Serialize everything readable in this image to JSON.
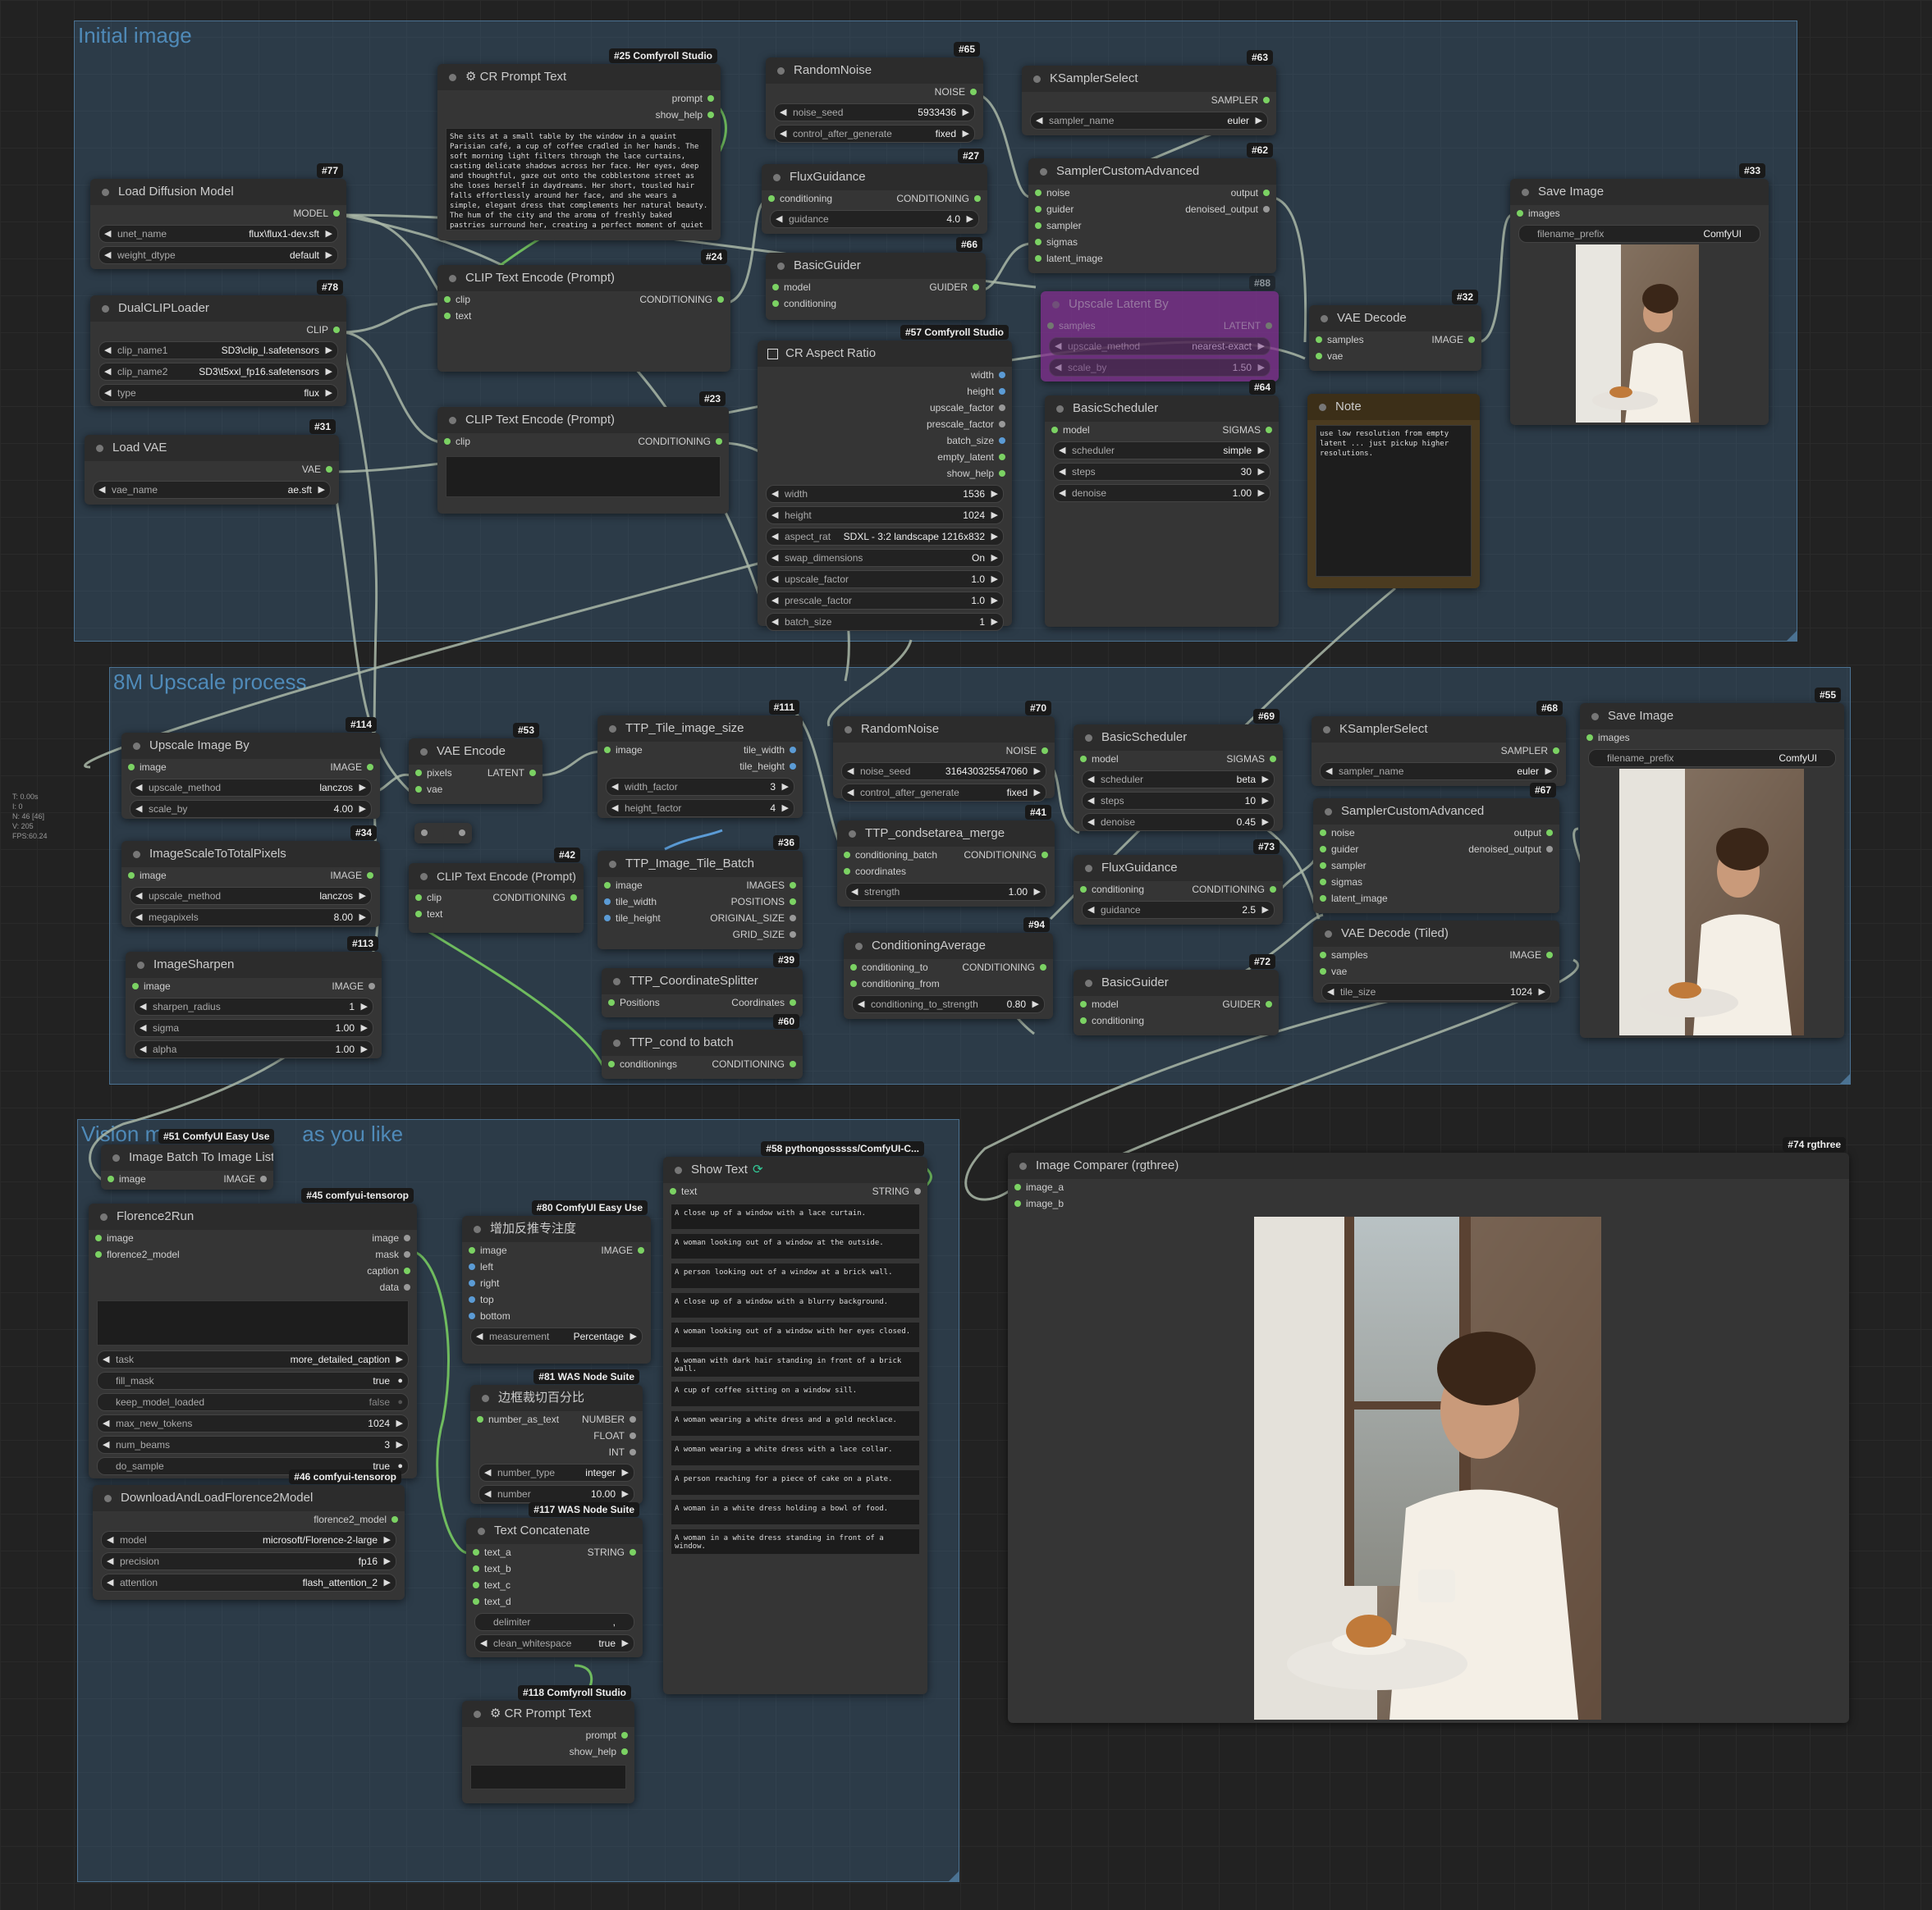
{
  "groups": {
    "initial": "Initial image",
    "upscale": "8M Upscale process",
    "vision": "Vision m"
  },
  "vision_tail": "as you like",
  "stats": [
    "T: 0.00s",
    "I: 0",
    "N: 46 [46]",
    "V: 205",
    "FPS:60.24"
  ],
  "n25": {
    "id": "#25 Comfyroll Studio",
    "title": "⚙ CR Prompt Text",
    "o1": "prompt",
    "o2": "show_help",
    "text": "She sits at a small table by the window in a quaint Parisian café, a cup of coffee cradled in her hands. The soft morning light filters through the lace curtains, casting delicate shadows across her face. Her eyes, deep and thoughtful, gaze out onto the cobblestone street as she loses herself in daydreams. Her short, tousled hair falls effortlessly around her face, and she wears a simple, elegant dress that complements her natural beauty. The hum of the city and the aroma of freshly baked pastries surround her, creating a perfect moment of quiet contemplation."
  },
  "n77": {
    "id": "#77",
    "title": "Load Diffusion Model",
    "o1": "MODEL",
    "w1l": "unet_name",
    "w1v": "flux\\flux1-dev.sft",
    "w2l": "weight_dtype",
    "w2v": "default"
  },
  "n78": {
    "id": "#78",
    "title": "DualCLIPLoader",
    "o1": "CLIP",
    "w1l": "clip_name1",
    "w1v": "SD3\\clip_l.safetensors",
    "w2l": "clip_name2",
    "w2v": "SD3\\t5xxl_fp16.safetensors",
    "w3l": "type",
    "w3v": "flux"
  },
  "n31": {
    "id": "#31",
    "title": "Load VAE",
    "o1": "VAE",
    "w1l": "vae_name",
    "w1v": "ae.sft"
  },
  "n24": {
    "id": "#24",
    "title": "CLIP Text Encode (Prompt)",
    "i1": "clip",
    "i2": "text",
    "o1": "CONDITIONING"
  },
  "n23": {
    "id": "#23",
    "title": "CLIP Text Encode (Prompt)",
    "i1": "clip",
    "o1": "CONDITIONING"
  },
  "n65": {
    "id": "#65",
    "title": "RandomNoise",
    "o1": "NOISE",
    "w1l": "noise_seed",
    "w1v": "5933436",
    "w2l": "control_after_generate",
    "w2v": "fixed"
  },
  "n27": {
    "id": "#27",
    "title": "FluxGuidance",
    "i1": "conditioning",
    "o1": "CONDITIONING",
    "w1l": "guidance",
    "w1v": "4.0"
  },
  "n66": {
    "id": "#66",
    "title": "BasicGuider",
    "i1": "model",
    "i2": "conditioning",
    "o1": "GUIDER"
  },
  "n57": {
    "id": "#57 Comfyroll Studio",
    "title": "CR Aspect Ratio",
    "outs": [
      "width",
      "height",
      "upscale_factor",
      "prescale_factor",
      "batch_size",
      "empty_latent",
      "show_help"
    ],
    "w": [
      [
        "width",
        "1536"
      ],
      [
        "height",
        "1024"
      ],
      [
        "aspect_rat",
        "SDXL - 3:2 landscape 1216x832"
      ],
      [
        "swap_dimensions",
        "On"
      ],
      [
        "upscale_factor",
        "1.0"
      ],
      [
        "prescale_factor",
        "1.0"
      ],
      [
        "batch_size",
        "1"
      ]
    ]
  },
  "n63": {
    "id": "#63",
    "title": "KSamplerSelect",
    "o1": "SAMPLER",
    "w1l": "sampler_name",
    "w1v": "euler"
  },
  "n62": {
    "id": "#62",
    "title": "SamplerCustomAdvanced",
    "ins": [
      "noise",
      "guider",
      "sampler",
      "sigmas",
      "latent_image"
    ],
    "o1": "output",
    "o2": "denoised_output"
  },
  "n88": {
    "id": "#88",
    "title": "Upscale Latent By",
    "i1": "samples",
    "o1": "LATENT",
    "w1l": "upscale_method",
    "w1v": "nearest-exact",
    "w2l": "scale_by",
    "w2v": "1.50"
  },
  "n64": {
    "id": "#64",
    "title": "BasicScheduler",
    "i1": "model",
    "o1": "SIGMAS",
    "w": [
      [
        "scheduler",
        "simple"
      ],
      [
        "steps",
        "30"
      ],
      [
        "denoise",
        "1.00"
      ]
    ]
  },
  "n32": {
    "id": "#32",
    "title": "VAE Decode",
    "i1": "samples",
    "i2": "vae",
    "o1": "IMAGE"
  },
  "note": {
    "title": "Note",
    "text": "use low resolution from empty latent ... just pickup higher resolutions."
  },
  "n33": {
    "id": "#33",
    "title": "Save Image",
    "i1": "images",
    "w1l": "filename_prefix",
    "w1v": "ComfyUI"
  },
  "n114": {
    "id": "#114",
    "title": "Upscale Image By",
    "i1": "image",
    "o1": "IMAGE",
    "w": [
      [
        "upscale_method",
        "lanczos"
      ],
      [
        "scale_by",
        "4.00"
      ]
    ]
  },
  "n34": {
    "id": "#34",
    "title": "ImageScaleToTotalPixels",
    "i1": "image",
    "o1": "IMAGE",
    "w": [
      [
        "upscale_method",
        "lanczos"
      ],
      [
        "megapixels",
        "8.00"
      ]
    ]
  },
  "n113": {
    "id": "#113",
    "title": "ImageSharpen",
    "i1": "image",
    "o1": "IMAGE",
    "w": [
      [
        "sharpen_radius",
        "1"
      ],
      [
        "sigma",
        "1.00"
      ],
      [
        "alpha",
        "1.00"
      ]
    ]
  },
  "n53": {
    "id": "#53",
    "title": "VAE Encode",
    "i1": "pixels",
    "i2": "vae",
    "o1": "LATENT"
  },
  "n42": {
    "id": "#42",
    "title": "CLIP Text Encode (Prompt)",
    "i1": "clip",
    "i2": "text",
    "o1": "CONDITIONING"
  },
  "n111": {
    "id": "#111",
    "title": "TTP_Tile_image_size",
    "i1": "image",
    "o1": "tile_width",
    "o2": "tile_height",
    "w": [
      [
        "width_factor",
        "3"
      ],
      [
        "height_factor",
        "4"
      ]
    ]
  },
  "n36": {
    "id": "#36",
    "title": "TTP_Image_Tile_Batch",
    "ins": [
      "image",
      "tile_width",
      "tile_height"
    ],
    "outs": [
      "IMAGES",
      "POSITIONS",
      "ORIGINAL_SIZE",
      "GRID_SIZE"
    ]
  },
  "n39": {
    "id": "#39",
    "title": "TTP_CoordinateSplitter",
    "i1": "Positions",
    "o1": "Coordinates"
  },
  "n60": {
    "id": "#60",
    "title": "TTP_cond to batch",
    "i1": "conditionings",
    "o1": "CONDITIONING"
  },
  "n70": {
    "id": "#70",
    "title": "RandomNoise",
    "o1": "NOISE",
    "w1l": "noise_seed",
    "w1v": "316430325547060",
    "w2l": "control_after_generate",
    "w2v": "fixed"
  },
  "n41": {
    "id": "#41",
    "title": "TTP_condsetarea_merge",
    "i1": "conditioning_batch",
    "i2": "coordinates",
    "o1": "CONDITIONING",
    "w1l": "strength",
    "w1v": "1.00"
  },
  "n94": {
    "id": "#94",
    "title": "ConditioningAverage",
    "i1": "conditioning_to",
    "i2": "conditioning_from",
    "o1": "CONDITIONING",
    "w1l": "conditioning_to_strength",
    "w1v": "0.80"
  },
  "n69": {
    "id": "#69",
    "title": "BasicScheduler",
    "i1": "model",
    "o1": "SIGMAS",
    "w": [
      [
        "scheduler",
        "beta"
      ],
      [
        "steps",
        "10"
      ],
      [
        "denoise",
        "0.45"
      ]
    ]
  },
  "n73": {
    "id": "#73",
    "title": "FluxGuidance",
    "i1": "conditioning",
    "o1": "CONDITIONING",
    "w1l": "guidance",
    "w1v": "2.5"
  },
  "n72": {
    "id": "#72",
    "title": "BasicGuider",
    "i1": "model",
    "i2": "conditioning",
    "o1": "GUIDER"
  },
  "n68": {
    "id": "#68",
    "title": "KSamplerSelect",
    "o1": "SAMPLER",
    "w1l": "sampler_name",
    "w1v": "euler"
  },
  "n67": {
    "id": "#67",
    "title": "SamplerCustomAdvanced",
    "ins": [
      "noise",
      "guider",
      "sampler",
      "sigmas",
      "latent_image"
    ],
    "o1": "output",
    "o2": "denoised_output"
  },
  "n_vdt": {
    "title": "VAE Decode (Tiled)",
    "i1": "samples",
    "i2": "vae",
    "o1": "IMAGE",
    "w1l": "tile_size",
    "w1v": "1024"
  },
  "n55": {
    "id": "#55",
    "title": "Save Image",
    "i1": "images",
    "w1l": "filename_prefix",
    "w1v": "ComfyUI"
  },
  "n51": {
    "id": "#51 ComfyUI Easy Use",
    "title": "Image Batch To Image List",
    "i1": "image",
    "o1": "IMAGE"
  },
  "n45": {
    "id": "#45 comfyui-tensorop",
    "title": "Florence2Run",
    "ins": [
      "image",
      "florence2_model"
    ],
    "outs": [
      "image",
      "mask",
      "caption",
      "data"
    ],
    "w": [
      [
        "task",
        "more_detailed_caption"
      ],
      [
        "fill_mask",
        "true"
      ],
      [
        "keep_model_loaded",
        "false"
      ],
      [
        "max_new_tokens",
        "1024"
      ],
      [
        "num_beams",
        "3"
      ],
      [
        "do_sample",
        "true"
      ]
    ]
  },
  "n46": {
    "id": "#46 comfyui-tensorop",
    "title": "DownloadAndLoadFlorence2Model",
    "o1": "florence2_model",
    "w": [
      [
        "model",
        "microsoft/Florence-2-large"
      ],
      [
        "precision",
        "fp16"
      ],
      [
        "attention",
        "flash_attention_2"
      ]
    ]
  },
  "n80": {
    "id": "#80 ComfyUI Easy Use",
    "title": "增加反推专注度",
    "ins": [
      "image",
      "left",
      "right",
      "top",
      "bottom"
    ],
    "o1": "IMAGE",
    "w1l": "measurement",
    "w1v": "Percentage"
  },
  "n81": {
    "id": "#81 WAS Node Suite",
    "title": "边框裁切百分比",
    "i1": "number_as_text",
    "outs": [
      "NUMBER",
      "FLOAT",
      "INT"
    ],
    "w": [
      [
        "number_type",
        "integer"
      ],
      [
        "number",
        "10.00"
      ]
    ]
  },
  "n117": {
    "id": "#117 WAS Node Suite",
    "title": "Text Concatenate",
    "ins": [
      "text_a",
      "text_b",
      "text_c",
      "text_d"
    ],
    "o1": "STRING",
    "w": [
      [
        "delimiter",
        ","
      ],
      [
        "clean_whitespace",
        "true"
      ]
    ]
  },
  "n58": {
    "id": "#58 pythongosssss/ComfyUI-C...",
    "title": "Show Text",
    "i1": "text",
    "o1": "STRING",
    "lines": [
      "A close up of a window with a lace curtain.",
      "A woman looking out of a window at the outside.",
      "A person looking out of a window at a brick wall.",
      "A close up of a window with a blurry background.",
      "A woman looking out of a window with her eyes closed.",
      "A woman with dark hair standing in front of a brick wall.",
      "A cup of coffee sitting on a window sill.",
      "A woman wearing a white dress and a gold necklace.",
      "A woman wearing a white dress with a lace collar.",
      "A person reaching for a piece of cake on a plate.",
      "A woman in a white dress holding a bowl of food.",
      "A woman in a white dress standing in front of a window."
    ]
  },
  "n118": {
    "id": "#118 Comfyroll Studio",
    "title": "⚙ CR Prompt Text",
    "o1": "prompt",
    "o2": "show_help"
  },
  "n74": {
    "id": "#74 rgthree",
    "title": "Image Comparer (rgthree)",
    "i1": "image_a",
    "i2": "image_b"
  }
}
